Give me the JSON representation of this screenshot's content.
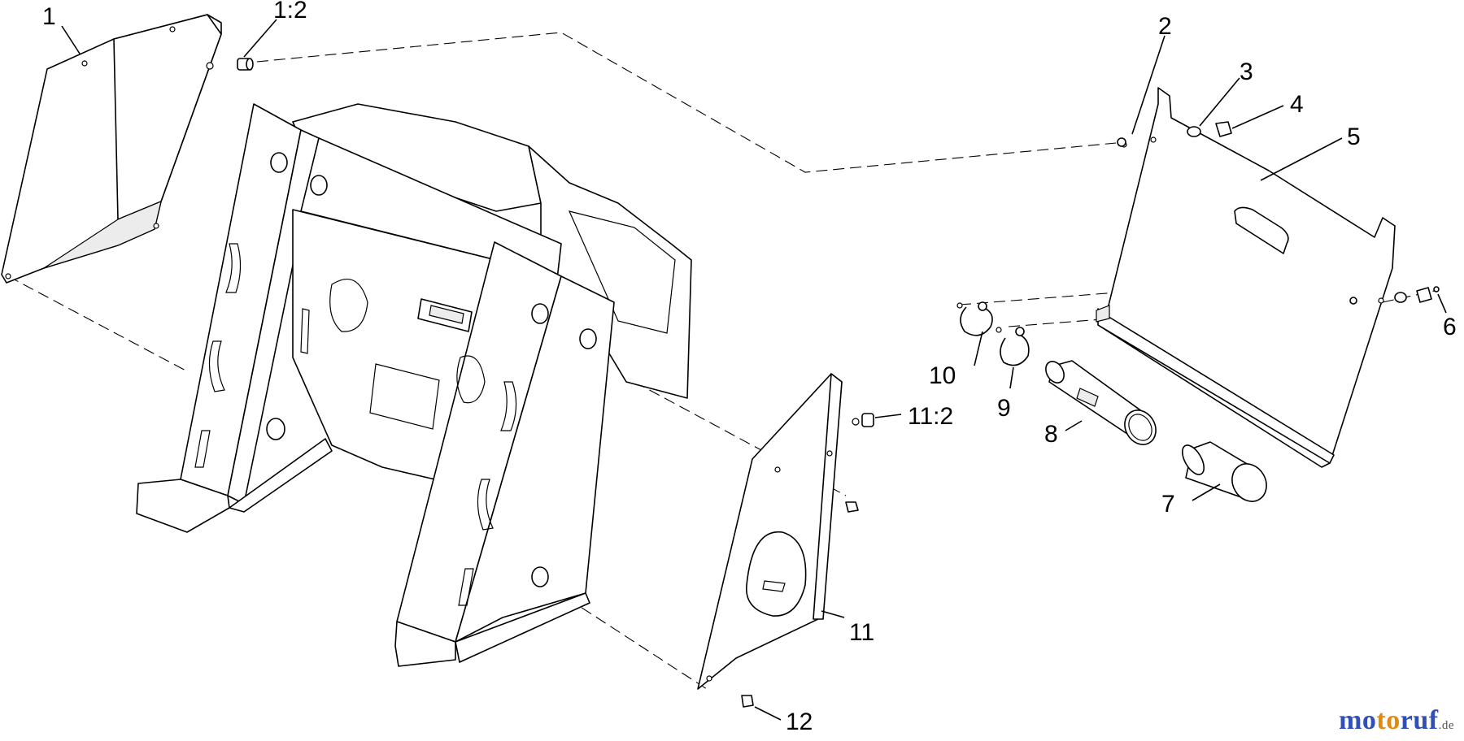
{
  "callouts": {
    "c1": "1",
    "c1_2": "1:2",
    "c2": "2",
    "c3": "3",
    "c4": "4",
    "c5": "5",
    "c6": "6",
    "c7": "7",
    "c8": "8",
    "c9": "9",
    "c10": "10",
    "c11": "11",
    "c11_2": "11:2",
    "c12": "12"
  },
  "watermark": {
    "part1": "mo",
    "part2": "to",
    "part3": "ruf",
    "tld": ".de",
    "colors": {
      "blue": "#3050b8",
      "orange": "#e08a10"
    }
  }
}
